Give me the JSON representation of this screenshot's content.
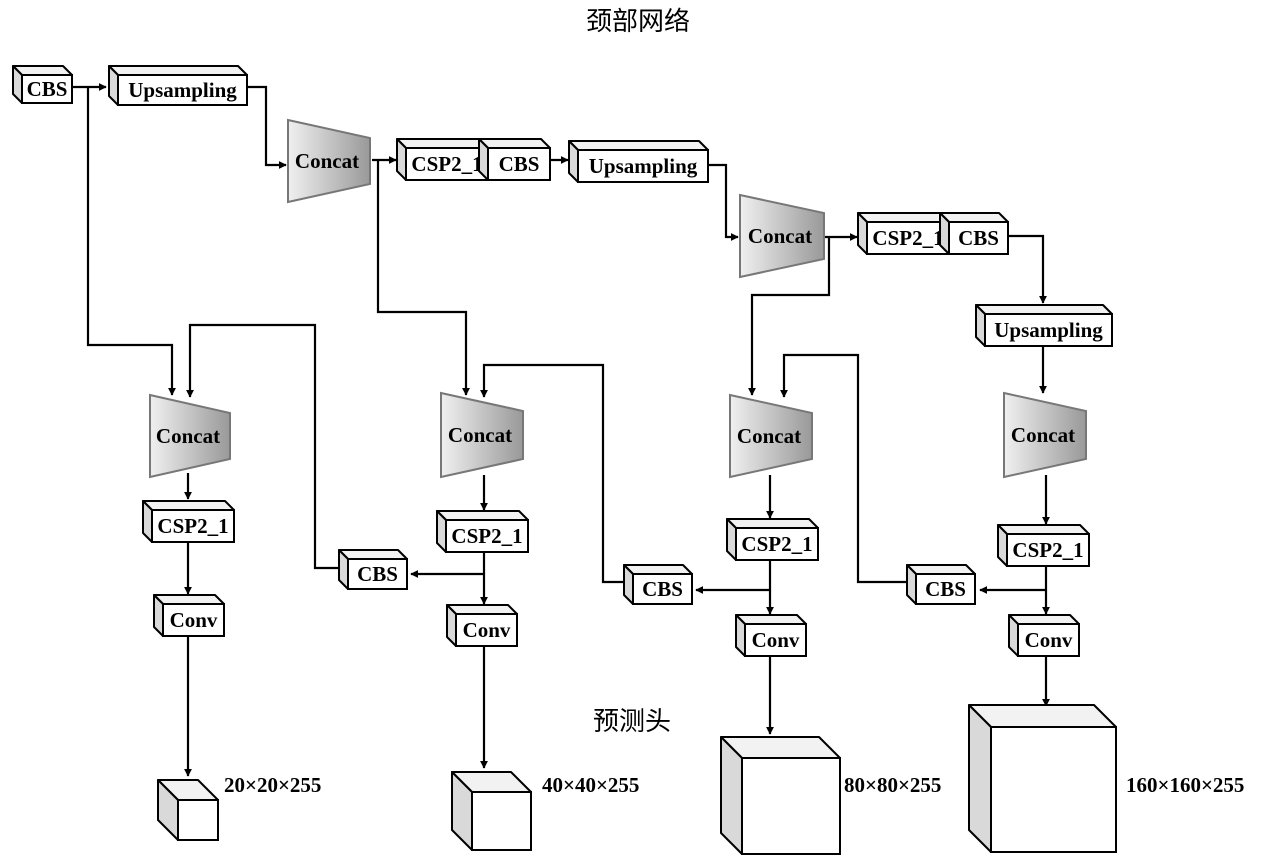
{
  "titles": {
    "neck": "颈部网络",
    "head": "预测头"
  },
  "labels": {
    "cbs": "CBS",
    "upsampling": "Upsampling",
    "concat": "Concat",
    "csp": "CSP2_1",
    "conv": "Conv"
  },
  "outputs": [
    "20×20×255",
    "40×40×255",
    "80×80×255",
    "160×160×255"
  ],
  "colors": {
    "stroke": "#000000",
    "block_front": "#ffffff",
    "block_top": "#f2f2f2",
    "block_side": "#d9d9d9",
    "concat_light": "#eeeeee",
    "concat_dark": "#9a9a9a"
  }
}
